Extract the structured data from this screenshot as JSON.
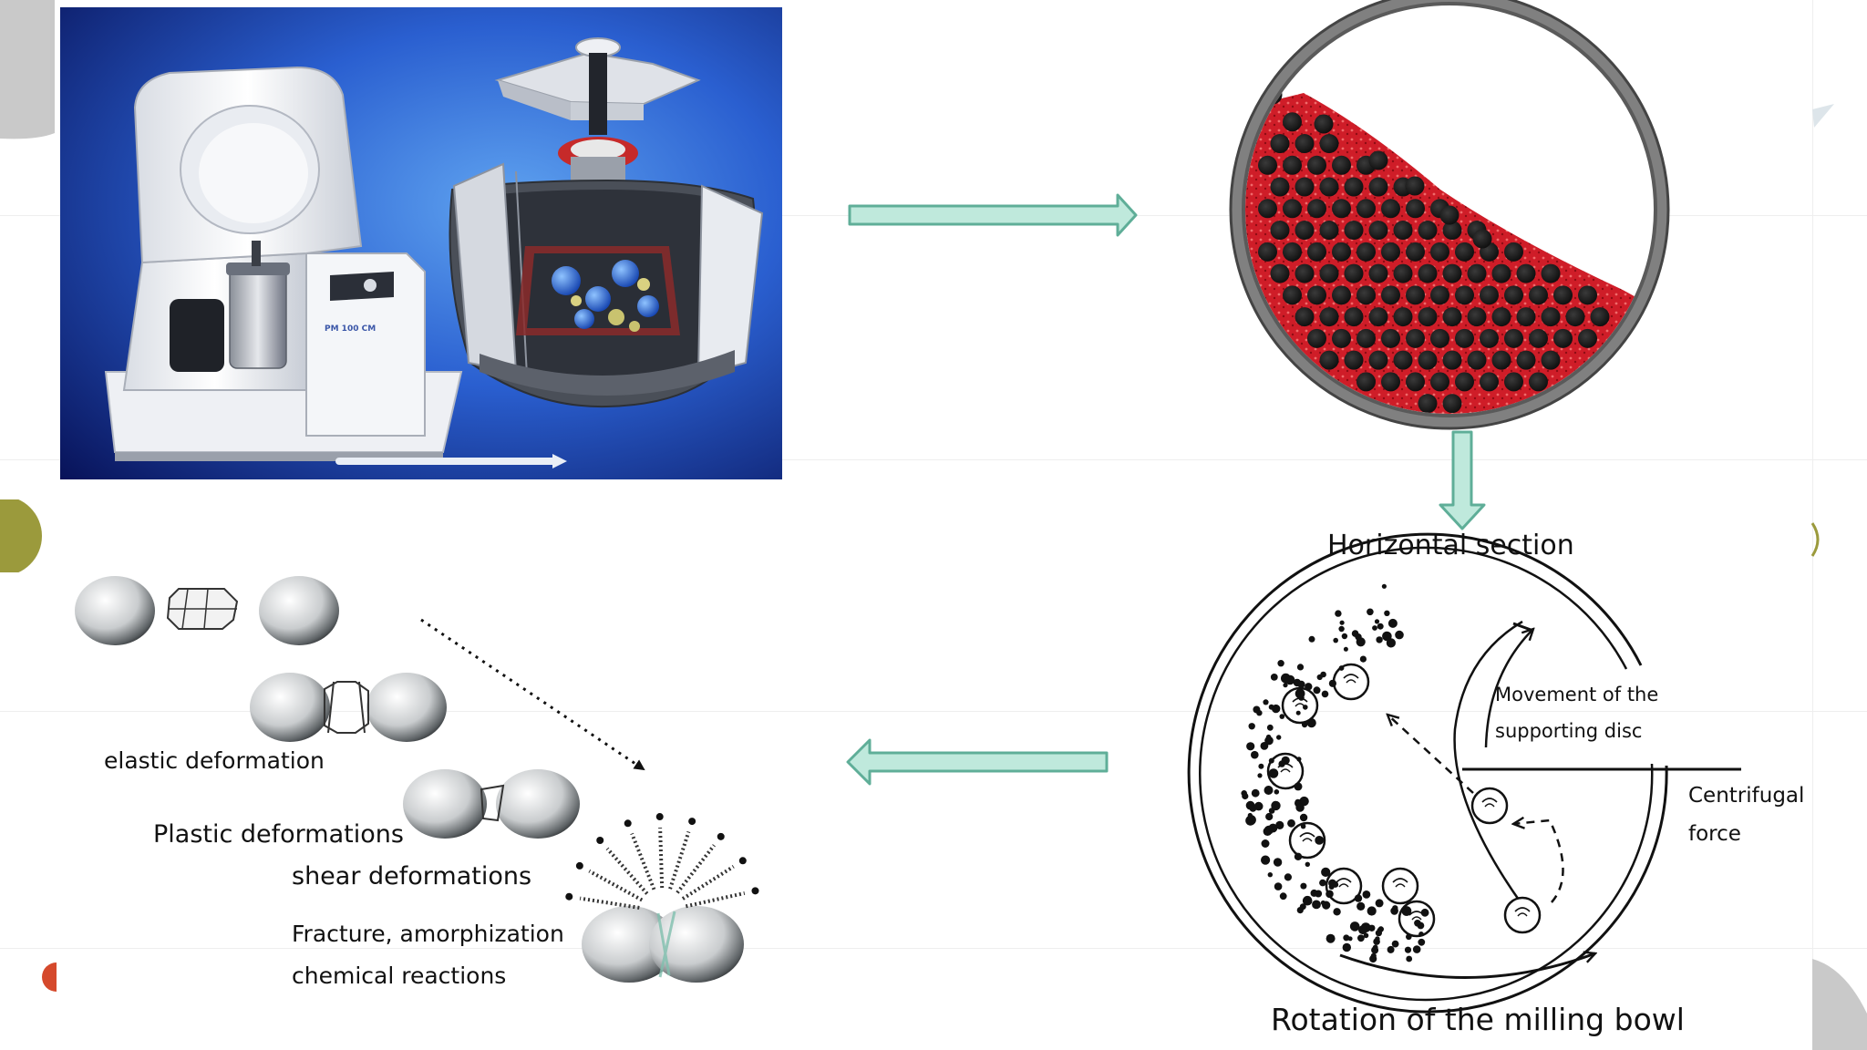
{
  "labels": {
    "horizontal_section": "Horizontal section",
    "movement_line1": "Movement of the",
    "movement_line2": "supporting disc",
    "centrifugal_line1": "Centrifugal",
    "centrifugal_line2": "force",
    "rotation": "Rotation of the milling bowl",
    "elastic": "elastic deformation",
    "plastic": "Plastic deformations",
    "shear": "shear deformations",
    "fracture": "Fracture, amorphization",
    "chemical": "chemical reactions"
  },
  "photo_text": {
    "model_label": "PM 100 CM"
  },
  "colors": {
    "flow_arrow_fill": "#bfe9dc",
    "flow_arrow_stroke": "#5fae98",
    "photo_bg_dark": "#0a1560",
    "photo_bg_light": "#4a90e8",
    "powder_red": "#d0202a",
    "bowl_wall": "#7a7a7a",
    "accent_olive": "#9b9a3c",
    "accent_red": "#d5492c"
  }
}
